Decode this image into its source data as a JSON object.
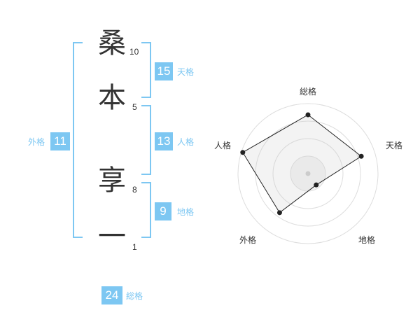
{
  "name": {
    "chars": [
      "桑",
      "本",
      "享",
      "一"
    ],
    "strokes": [
      "10",
      "5",
      "8",
      "1"
    ]
  },
  "kaku": {
    "tenkaku": {
      "value": "15",
      "label": "天格"
    },
    "jinkaku": {
      "value": "13",
      "label": "人格"
    },
    "chikaku": {
      "value": "9",
      "label": "地格"
    },
    "gaikaku": {
      "value": "11",
      "label": "外格"
    },
    "soukaku": {
      "value": "24",
      "label": "総格"
    }
  },
  "colors": {
    "accent": "#7dc7f2",
    "text": "#333333"
  },
  "chart_data": {
    "type": "radar",
    "axes": [
      "総格",
      "天格",
      "地格",
      "外格",
      "人格"
    ],
    "values": [
      0.84,
      0.8,
      0.2,
      0.69,
      0.98
    ],
    "range": [
      0,
      1
    ],
    "rings": 4
  }
}
